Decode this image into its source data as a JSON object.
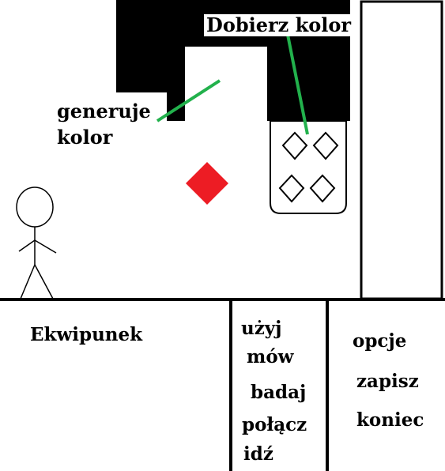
{
  "scene": {
    "annotation_generate": "generuje kolor",
    "annotation_match": "Dobierz kolor",
    "colors": {
      "ink": "#000000",
      "accent_red": "#ed1c24",
      "pointer_green": "#22b14c",
      "bg": "#ffffff"
    },
    "icons": [
      "stick-figure",
      "red-diamond",
      "black-machine",
      "diamond-panel"
    ]
  },
  "left_panel": {
    "title": "Ekwipunek"
  },
  "actions": [
    "użyj",
    "mów",
    "badaj",
    "połącz",
    "idź"
  ],
  "menu": [
    "opcje",
    "zapisz",
    "koniec"
  ]
}
